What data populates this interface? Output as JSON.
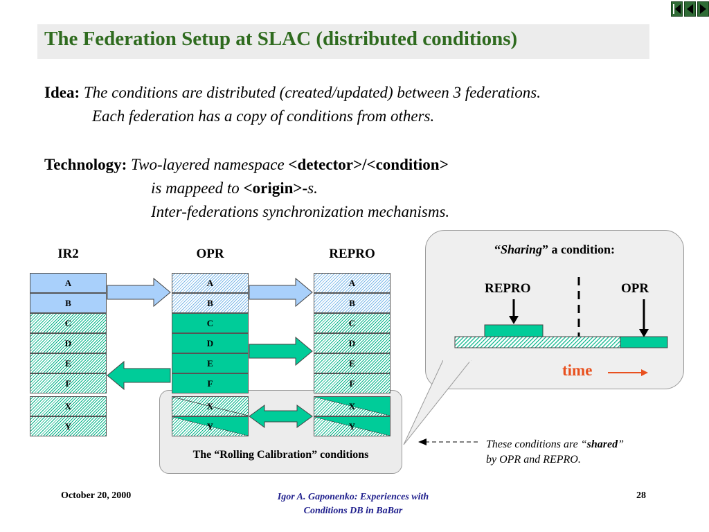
{
  "title": "The Federation Setup at SLAC (distributed conditions)",
  "idea": {
    "label": "Idea:",
    "line1": "The conditions are distributed (created/updated) between 3 federations.",
    "line2": "Each federation has a copy of conditions from others."
  },
  "technology": {
    "label": "Technology:",
    "line1_italic": "Two-layered namespace ",
    "line1_bold": "<detector>/<condition>",
    "line2_italic": "is mappeed to ",
    "line2_bold": "<origin>-",
    "line2_end": "s.",
    "line3": "Inter-federations synchronization mechanisms."
  },
  "federations": [
    {
      "label": "IR2",
      "cells": [
        "A",
        "B",
        "C",
        "D",
        "E",
        "F",
        "X",
        "Y"
      ]
    },
    {
      "label": "OPR",
      "cells": [
        "A",
        "B",
        "C",
        "D",
        "E",
        "F",
        "X",
        "Y"
      ]
    },
    {
      "label": "REPRO",
      "cells": [
        "A",
        "B",
        "C",
        "D",
        "E",
        "F",
        "X",
        "Y"
      ]
    }
  ],
  "rolling_label": "The “Rolling Calibration” conditions",
  "sharing": {
    "title_open": "“",
    "title_italic": "Sharing",
    "title_rest": "” a condition:",
    "repro": "REPRO",
    "opr": "OPR",
    "time": "time"
  },
  "note": {
    "line1_pre": "These conditions are “",
    "line1_bold": "shared",
    "line1_post": "”",
    "line2": "by OPR and REPRO."
  },
  "footer": {
    "date": "October 20, 2000",
    "author_line1": "Igor A. Gaponenko: Experiences with",
    "author_line2": "Conditions DB in BaBar",
    "page": "28"
  },
  "colors": {
    "title": "#2f6b1f",
    "green": "#00cc99",
    "blue": "#a9d0fb",
    "time": "#e8501e"
  },
  "icons": [
    "first-slide-icon",
    "previous-slide-icon",
    "next-slide-icon"
  ]
}
